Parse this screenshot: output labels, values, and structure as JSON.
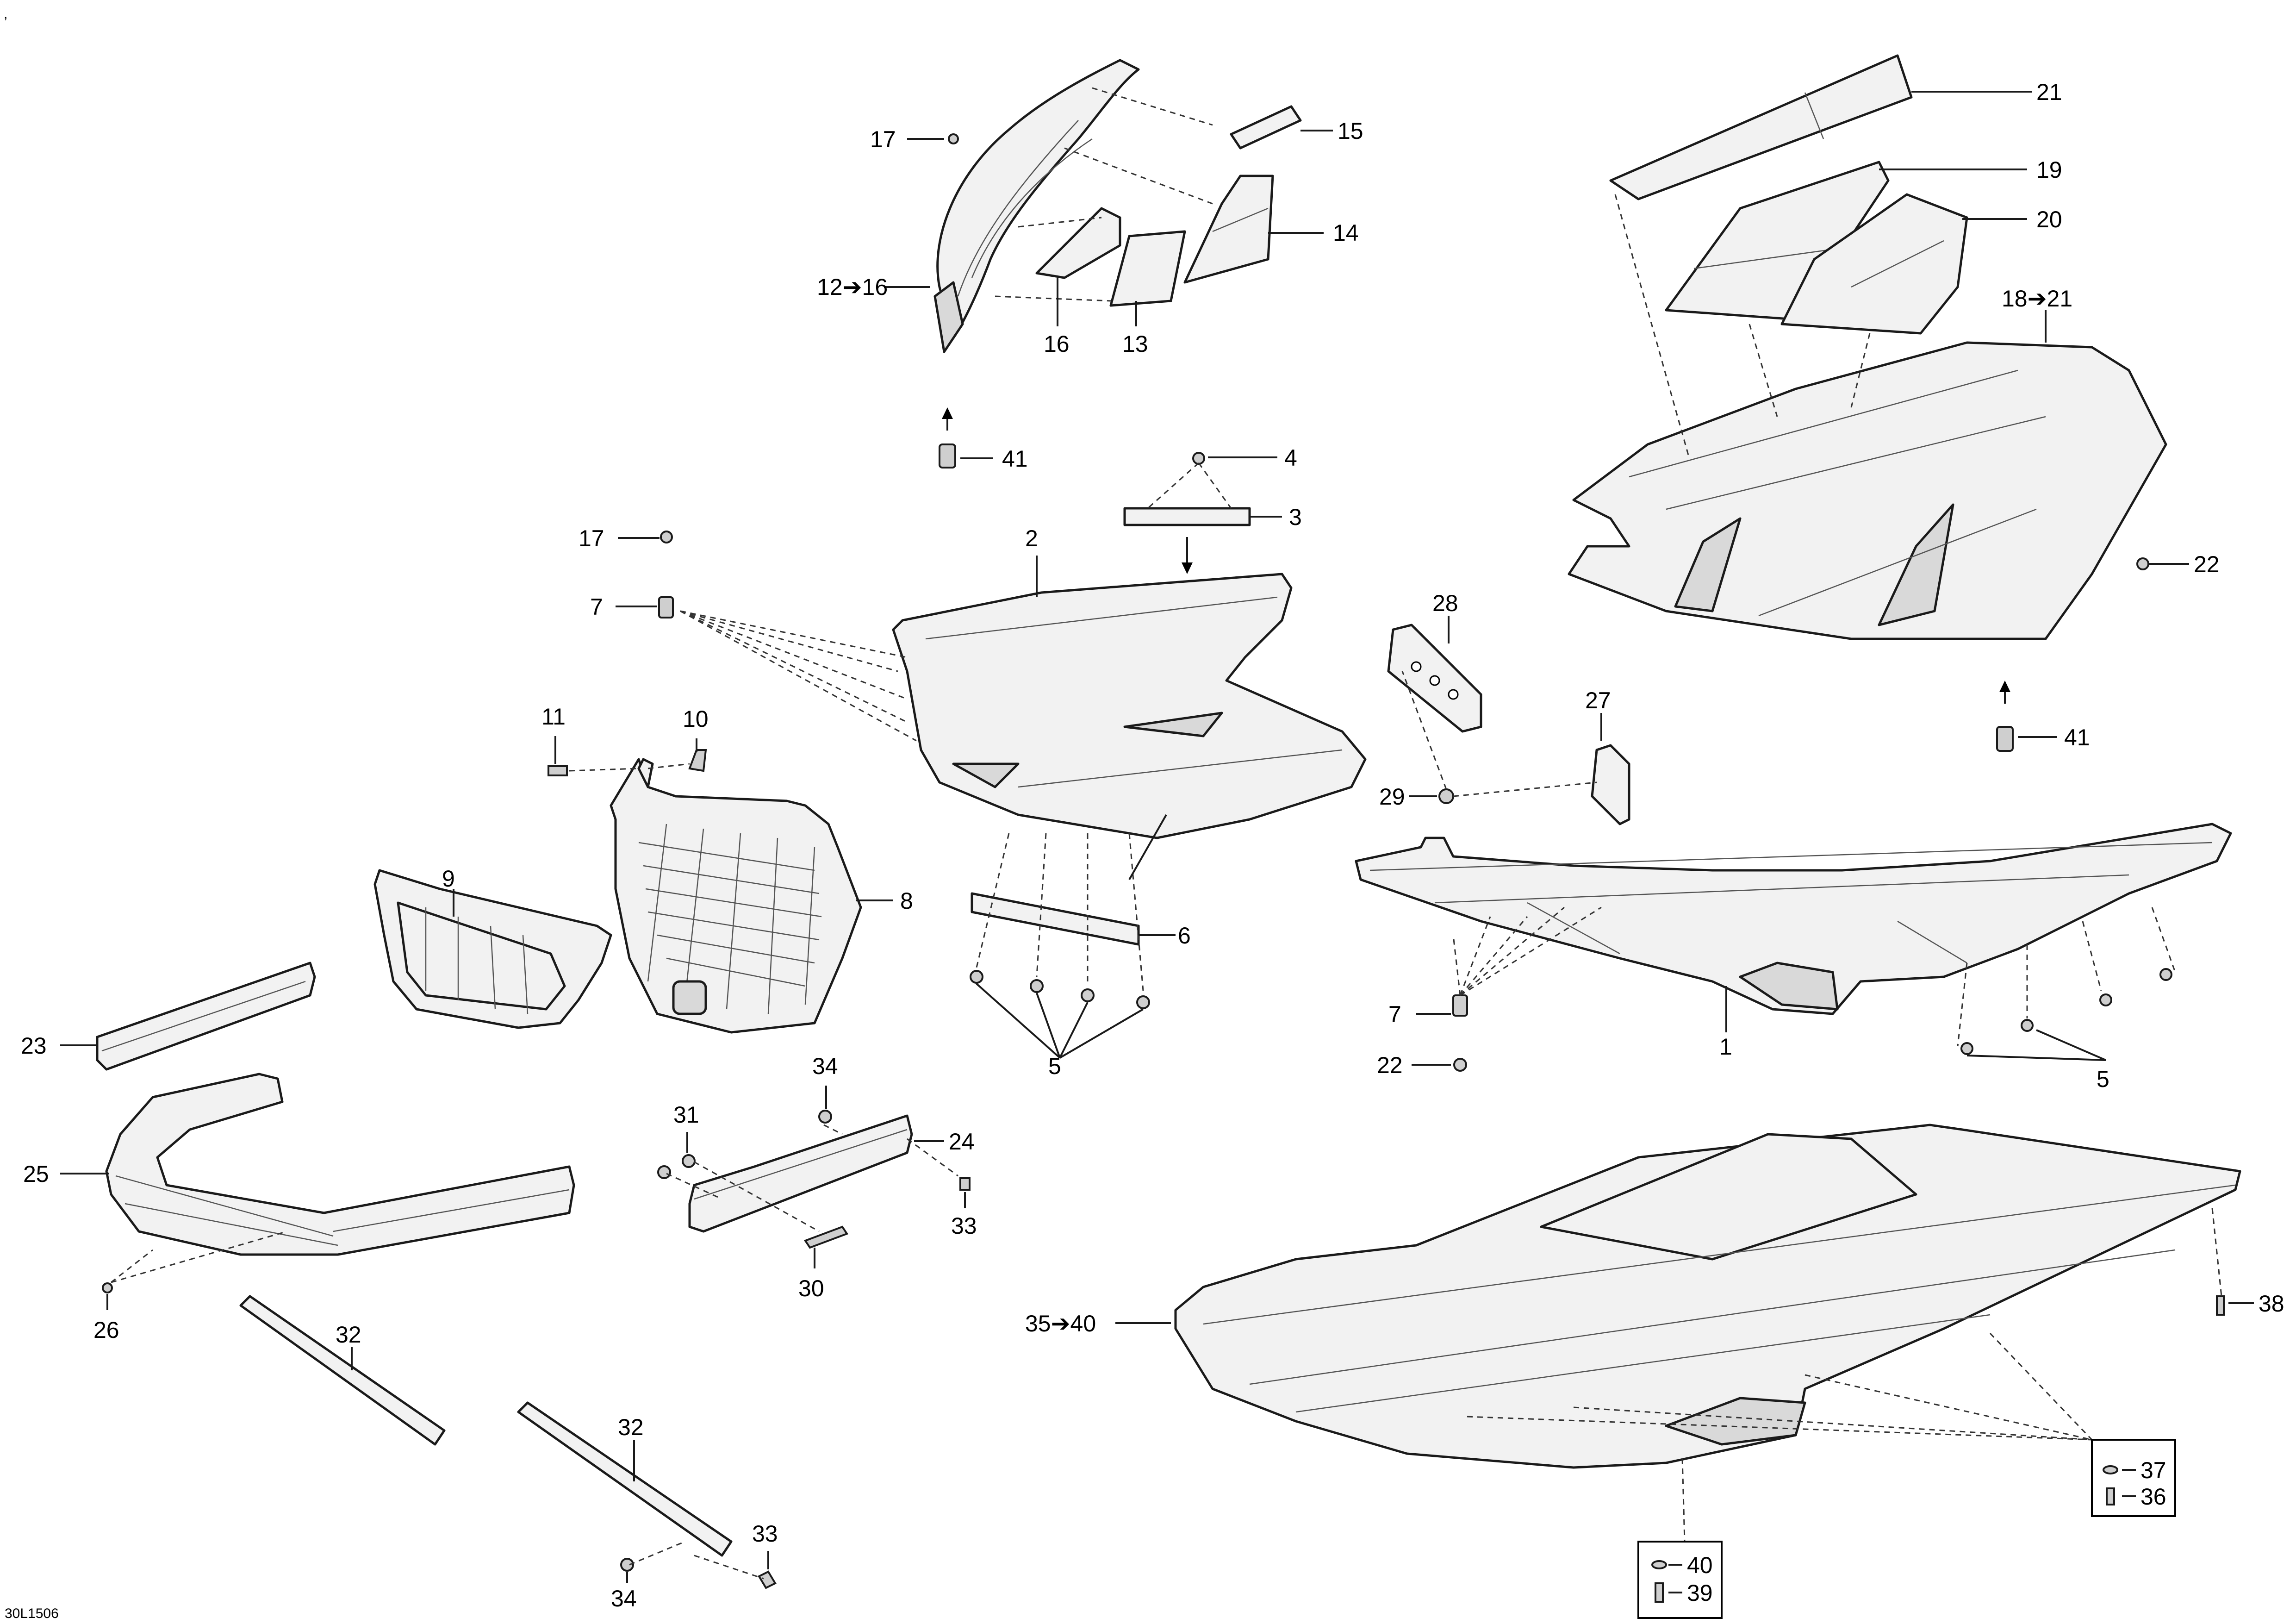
{
  "diagram": {
    "top_mark": ",",
    "figure_code": "30L1506",
    "callouts": {
      "c17a": "17",
      "c15": "15",
      "c14": "14",
      "c12": "12➔16",
      "c16": "16",
      "c13": "13",
      "c41a": "41",
      "c21": "21",
      "c19": "19",
      "c20": "20",
      "c18": "18➔21",
      "c22a": "22",
      "c41b": "41",
      "c4": "4",
      "c3": "3",
      "c2": "2",
      "c17b": "17",
      "c7a": "7",
      "c11": "11",
      "c10": "10",
      "c9": "9",
      "c8": "8",
      "c6": "6",
      "c5a": "5",
      "c28": "28",
      "c27": "27",
      "c29": "29",
      "c7b": "7",
      "c22b": "22",
      "c1": "1",
      "c5b": "5",
      "c23": "23",
      "c25": "25",
      "c26": "26",
      "c34a": "34",
      "c31": "31",
      "c24": "24",
      "c33a": "33",
      "c30": "30",
      "c32a": "32",
      "c32b": "32",
      "c33b": "33",
      "c34b": "34",
      "c35": "35➔40",
      "c38": "38",
      "c37": "37",
      "c36": "36",
      "c40": "40",
      "c39": "39"
    }
  }
}
